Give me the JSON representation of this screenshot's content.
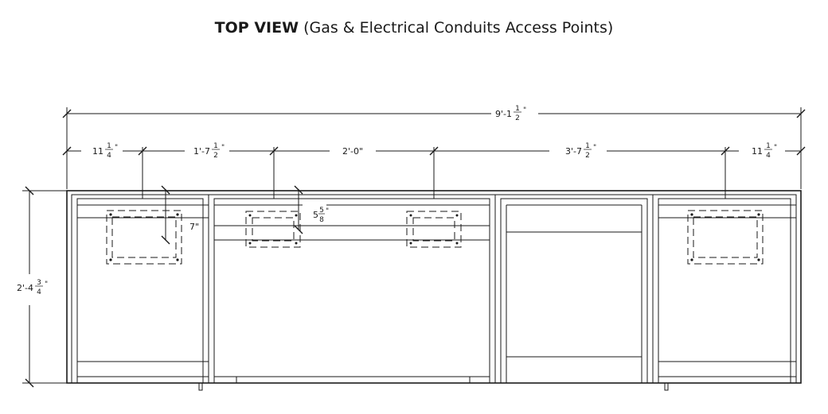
{
  "title": {
    "bold": "TOP VIEW",
    "rest": " (Gas & Electrical Conduits Access Points)"
  },
  "dimensions": {
    "overall": {
      "whole": "9'-1",
      "num": "1",
      "den": "2",
      "unit": "\""
    },
    "seg1": {
      "whole": "11",
      "num": "1",
      "den": "4",
      "unit": "\""
    },
    "seg2": {
      "whole": "1'-7",
      "num": "1",
      "den": "2",
      "unit": "\""
    },
    "seg3": {
      "label": "2'-0\""
    },
    "seg4": {
      "whole": "3'-7",
      "num": "1",
      "den": "2",
      "unit": "\""
    },
    "seg5": {
      "whole": "11",
      "num": "1",
      "den": "4",
      "unit": "\""
    },
    "depth": {
      "whole": "2'-4",
      "num": "3",
      "den": "4",
      "unit": "\""
    },
    "offset_left": {
      "label": "7\""
    },
    "offset_mid": {
      "whole": "5",
      "num": "5",
      "den": "8",
      "unit": "\""
    }
  }
}
